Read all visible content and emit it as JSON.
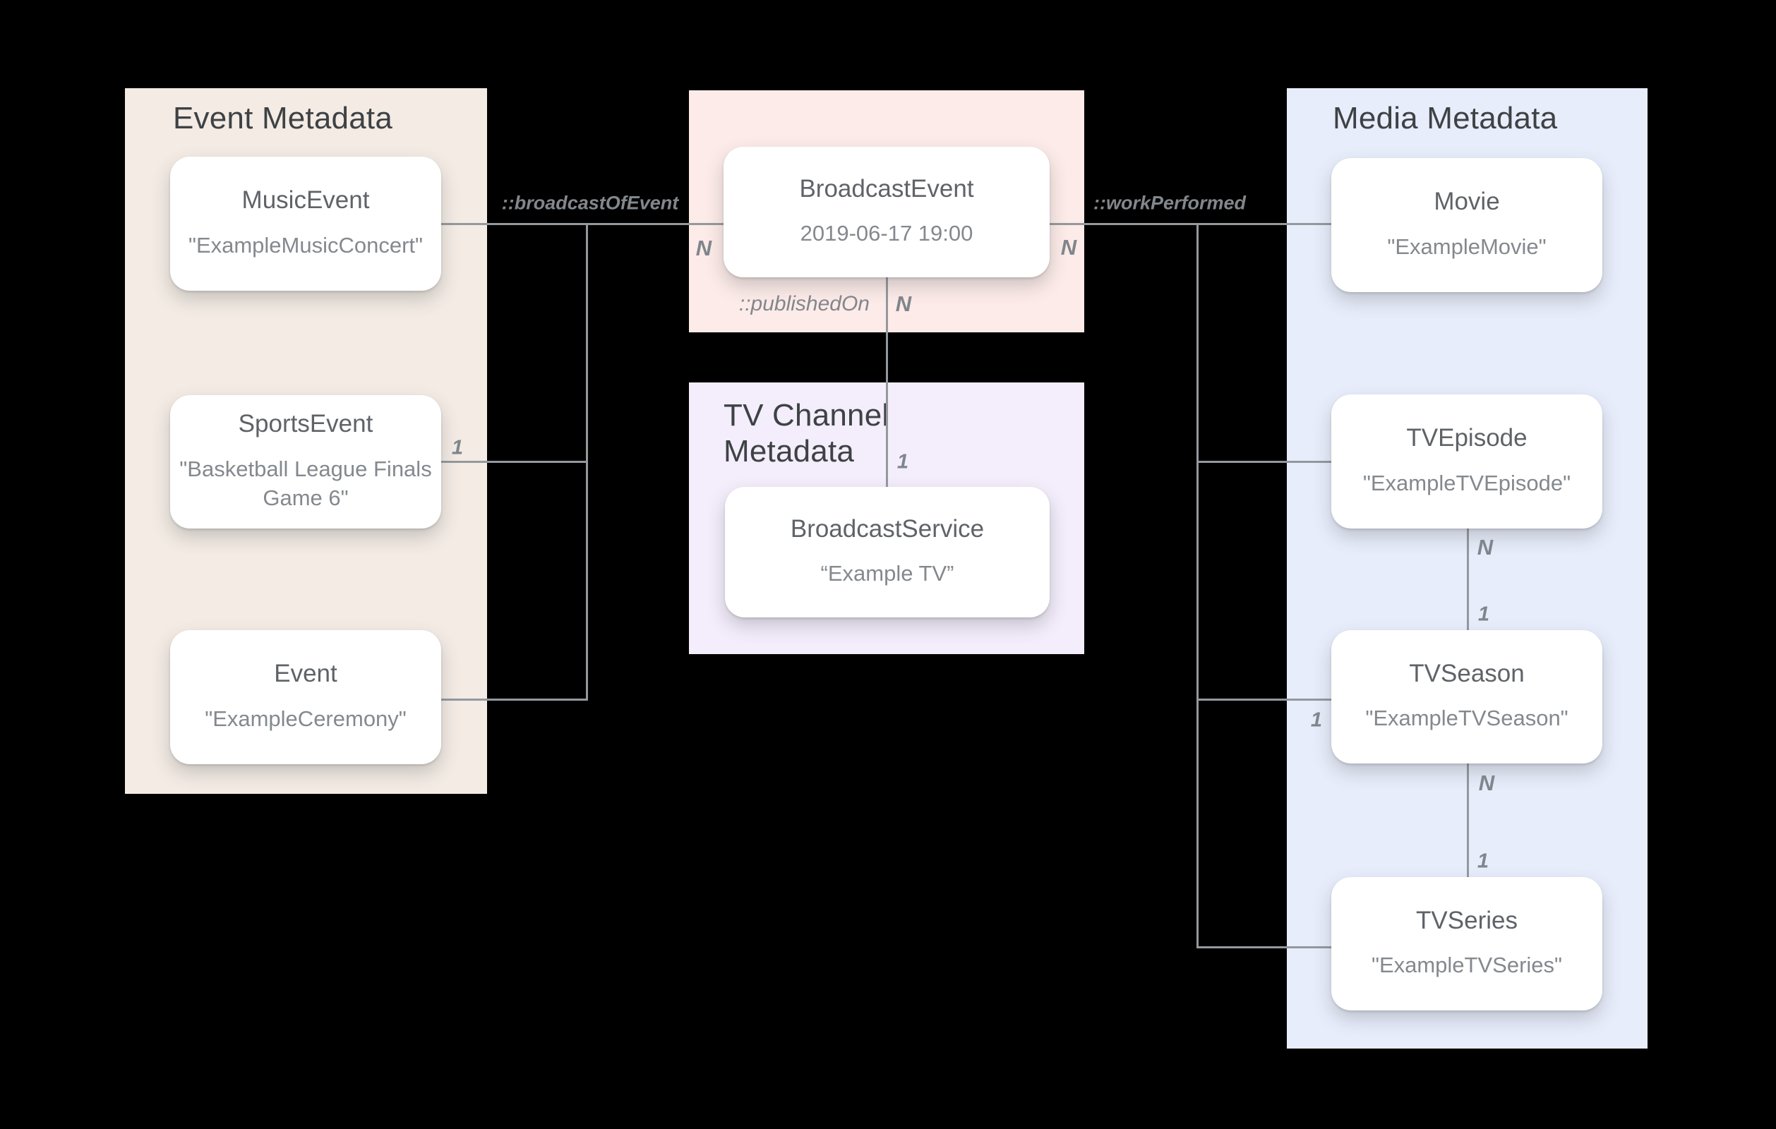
{
  "panels": {
    "event": {
      "title": "Event Metadata"
    },
    "tv_channel": {
      "title": "TV Channel Metadata"
    },
    "media": {
      "title": "Media Metadata"
    }
  },
  "nodes": {
    "music_event": {
      "name": "MusicEvent",
      "value": "\"ExampleMusicConcert\""
    },
    "sports_event": {
      "name": "SportsEvent",
      "value": "\"Basketball League Finals Game 6\""
    },
    "event": {
      "name": "Event",
      "value": "\"ExampleCeremony\""
    },
    "broadcast_event": {
      "name": "BroadcastEvent",
      "value": "2019-06-17 19:00"
    },
    "broadcast_service": {
      "name": "BroadcastService",
      "value": "“Example TV”"
    },
    "movie": {
      "name": "Movie",
      "value": "\"ExampleMovie\""
    },
    "tv_episode": {
      "name": "TVEpisode",
      "value": "\"ExampleTVEpisode\""
    },
    "tv_season": {
      "name": "TVSeason",
      "value": "\"ExampleTVSeason\""
    },
    "tv_series": {
      "name": "TVSeries",
      "value": "\"ExampleTVSeries\""
    }
  },
  "relations": {
    "broadcast_of_event": "::broadcastOfEvent",
    "work_performed": "::workPerformed",
    "published_on": "::publishedOn"
  },
  "cardinality": {
    "broadcast_of_event_n": "N",
    "sports_event_1": "1",
    "work_performed_n": "N",
    "published_on_n": "N",
    "published_on_1": "1",
    "tv_season_1": "1",
    "episode_to_season_n": "N",
    "episode_to_season_1": "1",
    "season_to_series_n": "N",
    "season_to_series_1": "1"
  },
  "colors": {
    "background": "#000000",
    "panel_event": "#f3ebe4",
    "panel_broadcast": "#fcebe8",
    "panel_tv_channel": "#f4edfb",
    "panel_media": "#e8edfb",
    "card": "#ffffff",
    "edge": "#94999e",
    "panel_title": "#3e4245",
    "node_name": "#5f6368",
    "node_value": "#84898e",
    "label": "#80868b"
  }
}
